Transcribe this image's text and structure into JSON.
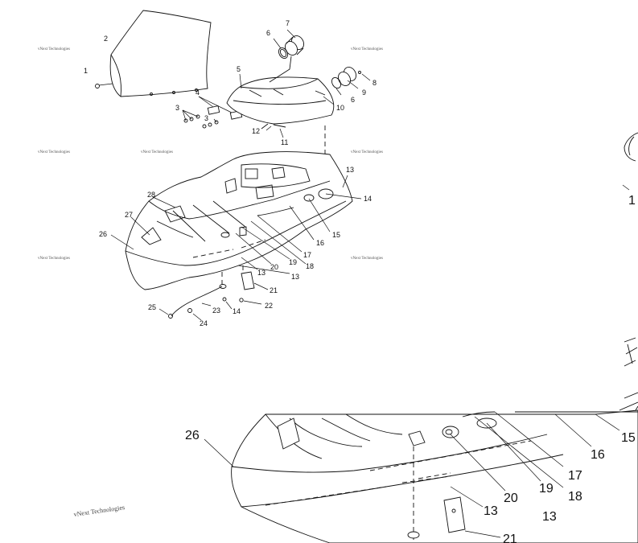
{
  "watermark": "vNext Technologies",
  "top_callouts": {
    "c1": "1",
    "c2": "2",
    "c3a": "3",
    "c3b": "3",
    "c4": "4",
    "c5": "5",
    "c6a": "6",
    "c6b": "6",
    "c7": "7",
    "c8": "8",
    "c9": "9",
    "c10": "10",
    "c11": "11",
    "c12": "12",
    "c13a": "13",
    "c13b": "13",
    "c13c": "13",
    "c14a": "14",
    "c14b": "14",
    "c15": "15",
    "c16": "16",
    "c17": "17",
    "c18": "18",
    "c19": "19",
    "c20": "20",
    "c21": "21",
    "c22": "22",
    "c23": "23",
    "c24": "24",
    "c25": "25",
    "c26": "26",
    "c27": "27",
    "c28": "28"
  },
  "detail_callouts": {
    "c26": "26",
    "c20": "20",
    "c19": "19",
    "c18": "18",
    "c17": "17",
    "c16": "16",
    "c15": "15",
    "c13a": "13",
    "c13b": "13",
    "c21": "21",
    "c1": "1"
  }
}
